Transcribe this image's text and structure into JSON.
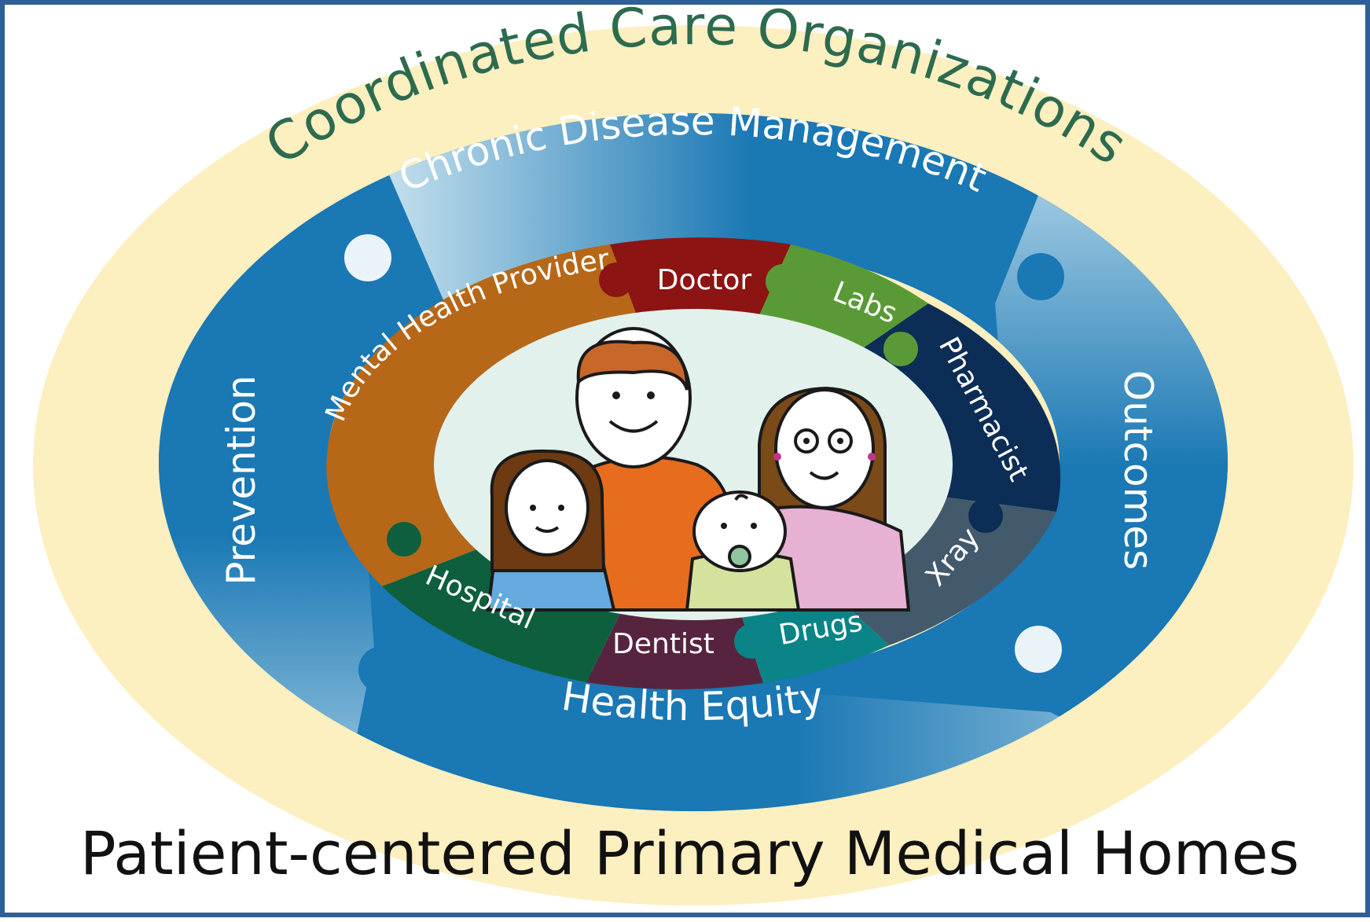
{
  "outer_ring": {
    "label": "Coordinated Care Organizations",
    "color": "#fcefc0",
    "text_color": "#2d6b4f"
  },
  "middle_ring": {
    "color": "#1a78b4",
    "top_label": "Chronic Disease Management",
    "left_label": "Prevention",
    "right_label": "Outcomes",
    "bottom_label": "Health Equity"
  },
  "inner_ring": {
    "pieces": [
      {
        "label": "Mental Health Provider",
        "color": "#b66718"
      },
      {
        "label": "Doctor",
        "color": "#8c1413"
      },
      {
        "label": "Labs",
        "color": "#5a9a36"
      },
      {
        "label": "Pharmacist",
        "color": "#0c2d55"
      },
      {
        "label": "Xray",
        "color": "#435a6c"
      },
      {
        "label": "Drugs",
        "color": "#0a8486"
      },
      {
        "label": "Dentist",
        "color": "#57243f"
      },
      {
        "label": "Hospital",
        "color": "#0e5f3e"
      }
    ]
  },
  "center": {
    "background": "#e3f1ec",
    "figures": [
      "father",
      "mother",
      "girl",
      "baby"
    ]
  },
  "bottom_title": "Patient-centered Primary Medical Homes"
}
